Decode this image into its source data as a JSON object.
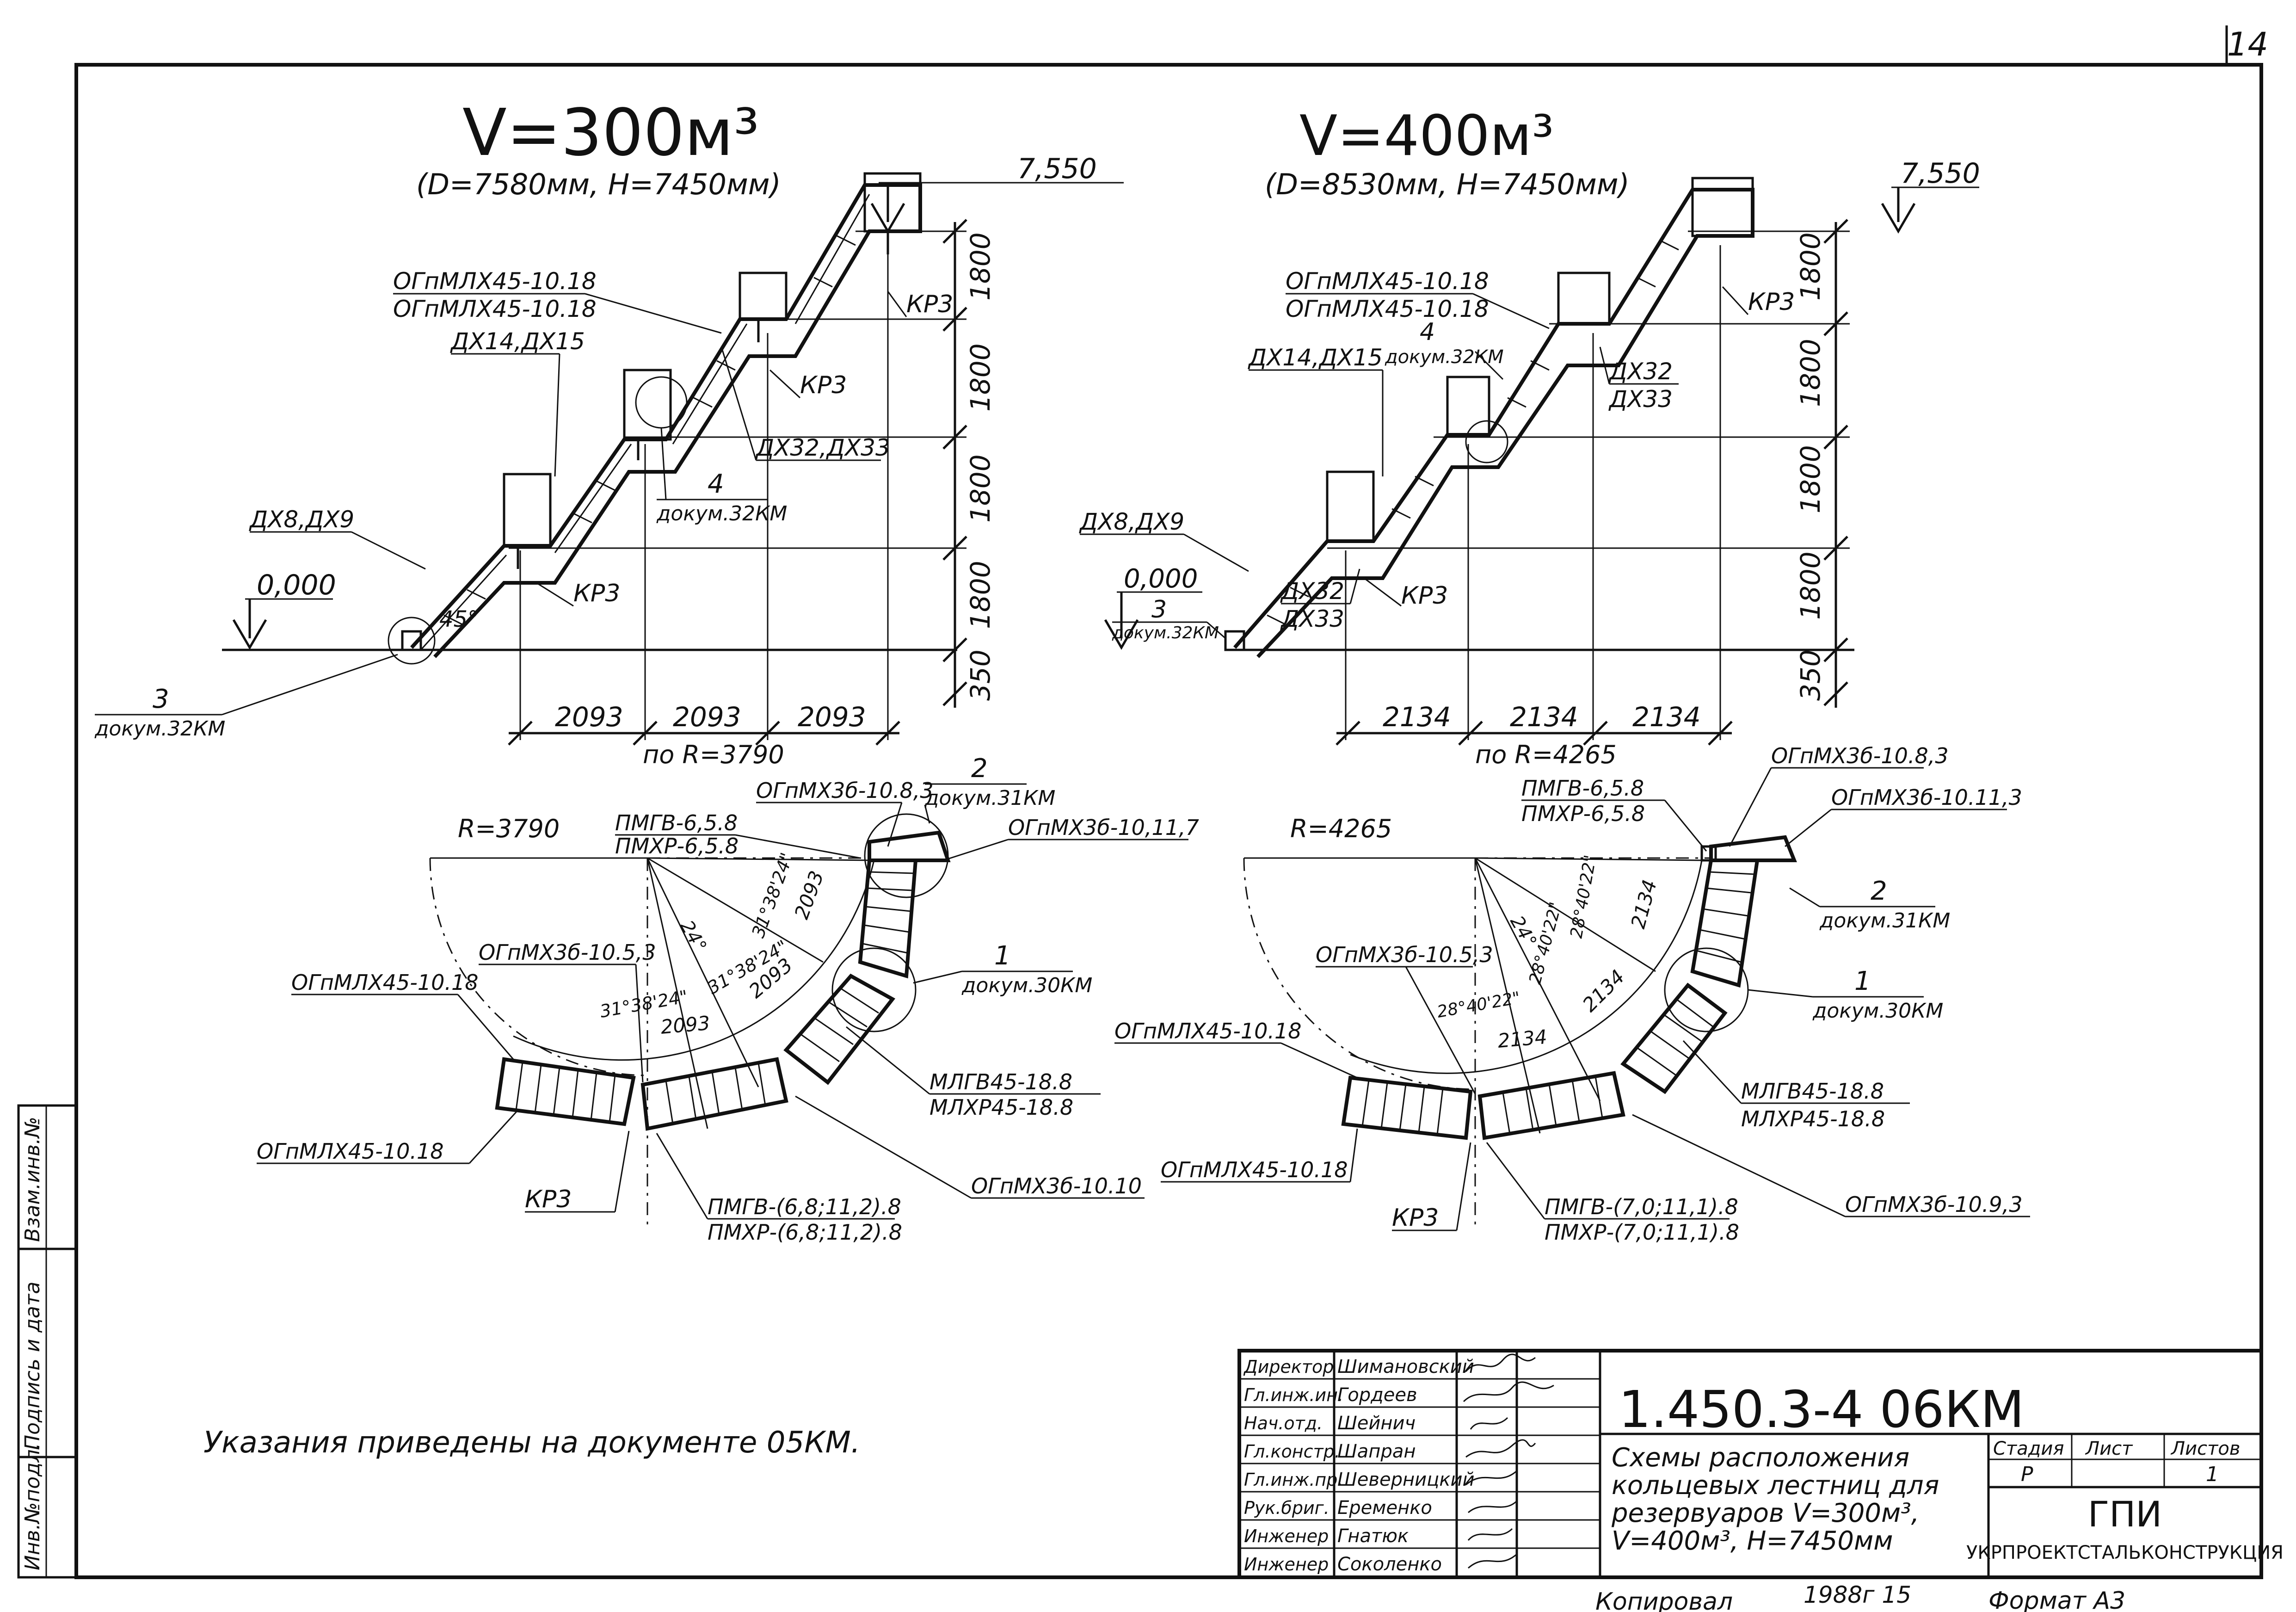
{
  "sheet_number": "14",
  "left_view": {
    "title": "V=300м³",
    "subtitle": "(D=7580мм, H=7450мм)",
    "top_mark": "7,550",
    "ground_mark": "0,000",
    "angle": "45°",
    "dims_h": [
      "2093",
      "2093",
      "2093"
    ],
    "dim_r": "по R=3790",
    "dims_v": [
      "1800",
      "1800",
      "1800",
      "1800",
      "350"
    ],
    "labels": {
      "ogmlh1": "ОГпМЛХ45-10.18",
      "ogmlh2": "ОГпМЛХ45-10.18",
      "dh14": "ДХ14,ДХ15",
      "dh8": "ДХ8,ДХ9",
      "kr3a": "КР3",
      "kr3b": "КР3",
      "kr3c": "КР3",
      "dh32": "ДХ32,ДХ33",
      "ref4_num": "4",
      "ref4_doc": "докум.32КМ",
      "ref3_num": "3",
      "ref3_doc": "докум.32КМ"
    }
  },
  "right_view": {
    "title": "V=400м³",
    "subtitle": "(D=8530мм, H=7450мм)",
    "top_mark": "7,550",
    "ground_mark": "0,000",
    "dims_h": [
      "2134",
      "2134",
      "2134"
    ],
    "dim_r": "по R=4265",
    "dims_v": [
      "1800",
      "1800",
      "1800",
      "1800",
      "350"
    ],
    "labels": {
      "ogmlh1": "ОГпМЛХ45-10.18",
      "ogmlh2": "ОГпМЛХ45-10.18",
      "ref4_num": "4",
      "ref4_doc": "докум.32КМ",
      "dh14": "ДХ14,ДХ15",
      "dh8": "ДХ8,ДХ9",
      "kr3a": "КР3",
      "kr3b": "КР3",
      "dh32a": "ДХ32",
      "dh33a": "ДХ33",
      "dh32b": "ДХ32",
      "dh33b": "ДХ33",
      "ref3_num": "3",
      "ref3_doc": "докум.32КМ"
    }
  },
  "left_plan": {
    "radius": "R=3790",
    "pmgv": "ПМГВ-6,5.8",
    "pmhr": "ПМХР-6,5.8",
    "ogmh_83": "ОГпМХ3б-10.8,3",
    "ogmh_117": "ОГпМХ3б-10,11,7",
    "ogmh_53": "ОГпМХ3б-10.5,3",
    "ref2_num": "2",
    "ref2_doc": "докум.31КМ",
    "ref1_num": "1",
    "ref1_doc": "докум.30КМ",
    "ogmlh_a": "ОГпМЛХ45-10.18",
    "ogmlh_b": "ОГпМЛХ45-10.18",
    "mlgv": "МЛГВ45-18.8",
    "mlhr": "МЛХР45-18.8",
    "kr3": "КР3",
    "pmgv2": "ПМГВ-(6,8;11,2).8",
    "pmhr2": "ПМХР-(6,8;11,2).8",
    "ogmh_1010": "ОГпМХ3б-10.10",
    "ang1": "24°",
    "ang2": "31°38'24\"",
    "ang3": "31°38'24\"",
    "ang4": "31°38'24\"",
    "arc1": "2093",
    "arc2": "2093",
    "arc3": "2093"
  },
  "right_plan": {
    "radius": "R=4265",
    "pmgv": "ПМГВ-6,5.8",
    "pmhr": "ПМХР-6,5.8",
    "ogmh_83": "ОГпМХ3б-10.8,3",
    "ogmh_113": "ОГпМХ3б-10.11,3",
    "ogmh_53": "ОГпМХ3б-10.5,3",
    "ref2_num": "2",
    "ref2_doc": "докум.31КМ",
    "ref1_num": "1",
    "ref1_doc": "докум.30КМ",
    "ogmlh_a": "ОГпМЛХ45-10.18",
    "ogmlh_b": "ОГпМЛХ45-10.18",
    "mlgv": "МЛГВ45-18.8",
    "mlhr": "МЛХР45-18.8",
    "kr3": "КР3",
    "pmgv2": "ПМГВ-(7,0;11,1).8",
    "pmhr2": "ПМХР-(7,0;11,1).8",
    "ogmh_93": "ОГпМХ3б-10.9,3",
    "ang1": "24°",
    "ang2": "28°40'22\"",
    "ang3": "28°40'22\"",
    "ang4": "28°40'22\"",
    "arc1": "2134",
    "arc2": "2134",
    "arc3": "2134"
  },
  "note": "Указания приведены на документе 05КМ.",
  "side_stamp": [
    "Инв.№подл.",
    "Подпись и дата",
    "Взам.инв.№"
  ],
  "title_block": {
    "roles": [
      "Директор",
      "Гл.инж.ин.",
      "Нач.отд.",
      "Гл.констр.",
      "Гл.инж.пр.",
      "Рук.бриг.",
      "Инженер",
      "Инженер"
    ],
    "names": [
      "Шимановский",
      "Гордеев",
      "Шейнич",
      "Шапран",
      "Шеверницкий",
      "Еременко",
      "Гнатюк",
      "Соколенко"
    ],
    "code": "1.450.3-4 06КМ",
    "desc": [
      "Схемы расположения",
      "кольцевых лестниц для",
      "резервуаров V=300м³,",
      "V=400м³, H=7450мм"
    ],
    "stage_h": "Стадия",
    "sheet_h": "Лист",
    "sheets_h": "Листов",
    "stage": "Р",
    "sheets": "1",
    "org1": "ГПИ",
    "org2": "УКРПРОЕКТСТАЛЬКОНСТРУКЦИЯ"
  },
  "bottom": {
    "copied": "Копировал",
    "year": "1988г 15",
    "format": "Формат  А3"
  }
}
